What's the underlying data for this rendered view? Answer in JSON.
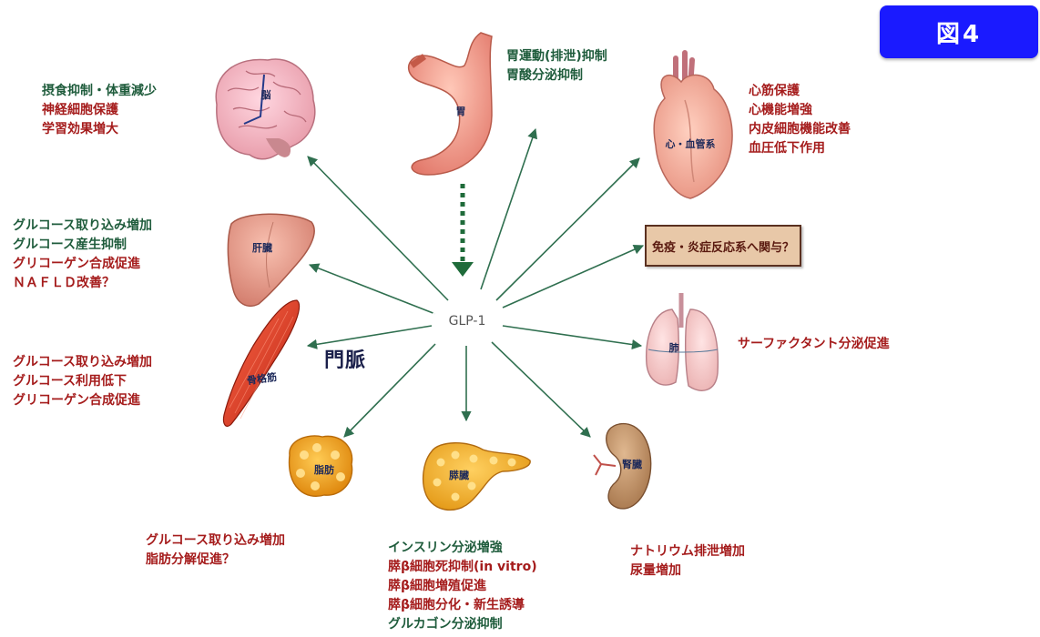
{
  "figure_label": "図4",
  "hub_label": "GLP-1",
  "portal_vein_label": "門脈",
  "organs": {
    "brain": "脳",
    "stomach": "胃",
    "heart": "心・血管系",
    "liver": "肝臓",
    "lung": "肺",
    "muscle": "骨格筋",
    "fat": "脂肪",
    "pancreas": "膵臓",
    "kidney": "腎臓"
  },
  "immune_box": "免疫・炎症反応系へ関与？",
  "effects": {
    "brain": [
      "摂食抑制・体重減少",
      "神経細胞保護",
      "学習効果増大"
    ],
    "stomach": [
      "胃運動(排泄)抑制",
      "胃酸分泌抑制"
    ],
    "heart": [
      "心筋保護",
      "心機能増強",
      "内皮細胞機能改善",
      "血圧低下作用"
    ],
    "liver": [
      "グルコース取り込み増加",
      "グルコース産生抑制",
      "グリコーゲン合成促進",
      "ＮＡＦＬＤ改善？"
    ],
    "muscle": [
      "グルコース取り込み増加",
      "グルコース利用低下",
      "グリコーゲン合成促進"
    ],
    "lung": [
      "サーファクタント分泌促進"
    ],
    "fat": [
      "グルコース取り込み増加",
      "脂肪分解促進？"
    ],
    "pancreas": [
      "インスリン分泌増強",
      "膵β細胞死抑制(in vitro)",
      "膵β細胞増殖促進",
      "膵β細胞分化・新生誘導",
      "グルカゴン分泌抑制"
    ],
    "kidney": [
      "ナトリウム排泄増加",
      "尿量増加"
    ]
  },
  "colors": {
    "arrow": "#2f6f4f",
    "text_green": "#1f5c3c",
    "text_red": "#a51c1c",
    "badge": "#1a1aff"
  }
}
